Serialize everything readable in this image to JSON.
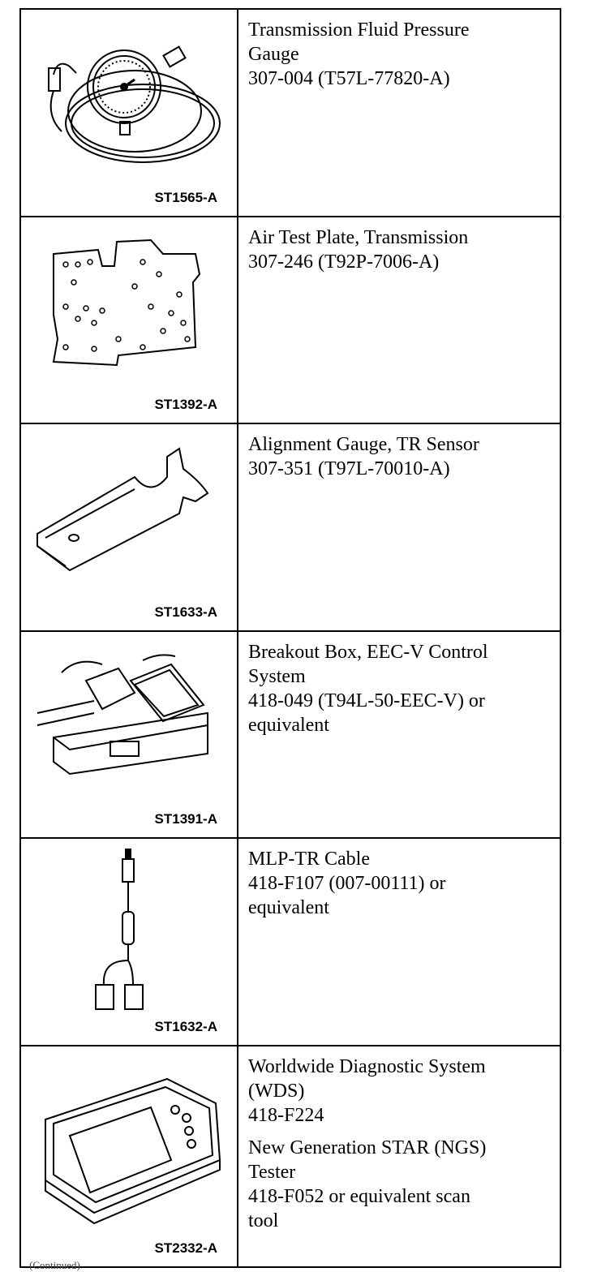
{
  "tools": [
    {
      "code": "ST1565-A",
      "lines": [
        "Transmission Fluid Pressure",
        "Gauge",
        "307-004 (T57L-77820-A)"
      ],
      "icon": "pressure-gauge-icon"
    },
    {
      "code": "ST1392-A",
      "lines": [
        "Air Test Plate, Transmission",
        "307-246 (T92P-7006-A)"
      ],
      "icon": "air-test-plate-icon"
    },
    {
      "code": "ST1633-A",
      "lines": [
        "Alignment Gauge, TR Sensor",
        "307-351 (T97L-70010-A)"
      ],
      "icon": "alignment-gauge-icon"
    },
    {
      "code": "ST1391-A",
      "lines": [
        "Breakout Box, EEC-V Control",
        "System",
        "418-049 (T94L-50-EEC-V) or",
        "equivalent"
      ],
      "icon": "breakout-box-icon"
    },
    {
      "code": "ST1632-A",
      "lines": [
        "MLP-TR Cable",
        "418-F107 (007-00111) or",
        "equivalent"
      ],
      "icon": "cable-icon"
    },
    {
      "code": "ST2332-A",
      "lines": [
        "Worldwide Diagnostic System",
        "(WDS)",
        "418-F224",
        "New Generation STAR (NGS)",
        "Tester",
        "418-F052 or equivalent scan",
        "tool"
      ],
      "icon": "scan-tool-icon"
    }
  ],
  "footnote": "(Continued)"
}
